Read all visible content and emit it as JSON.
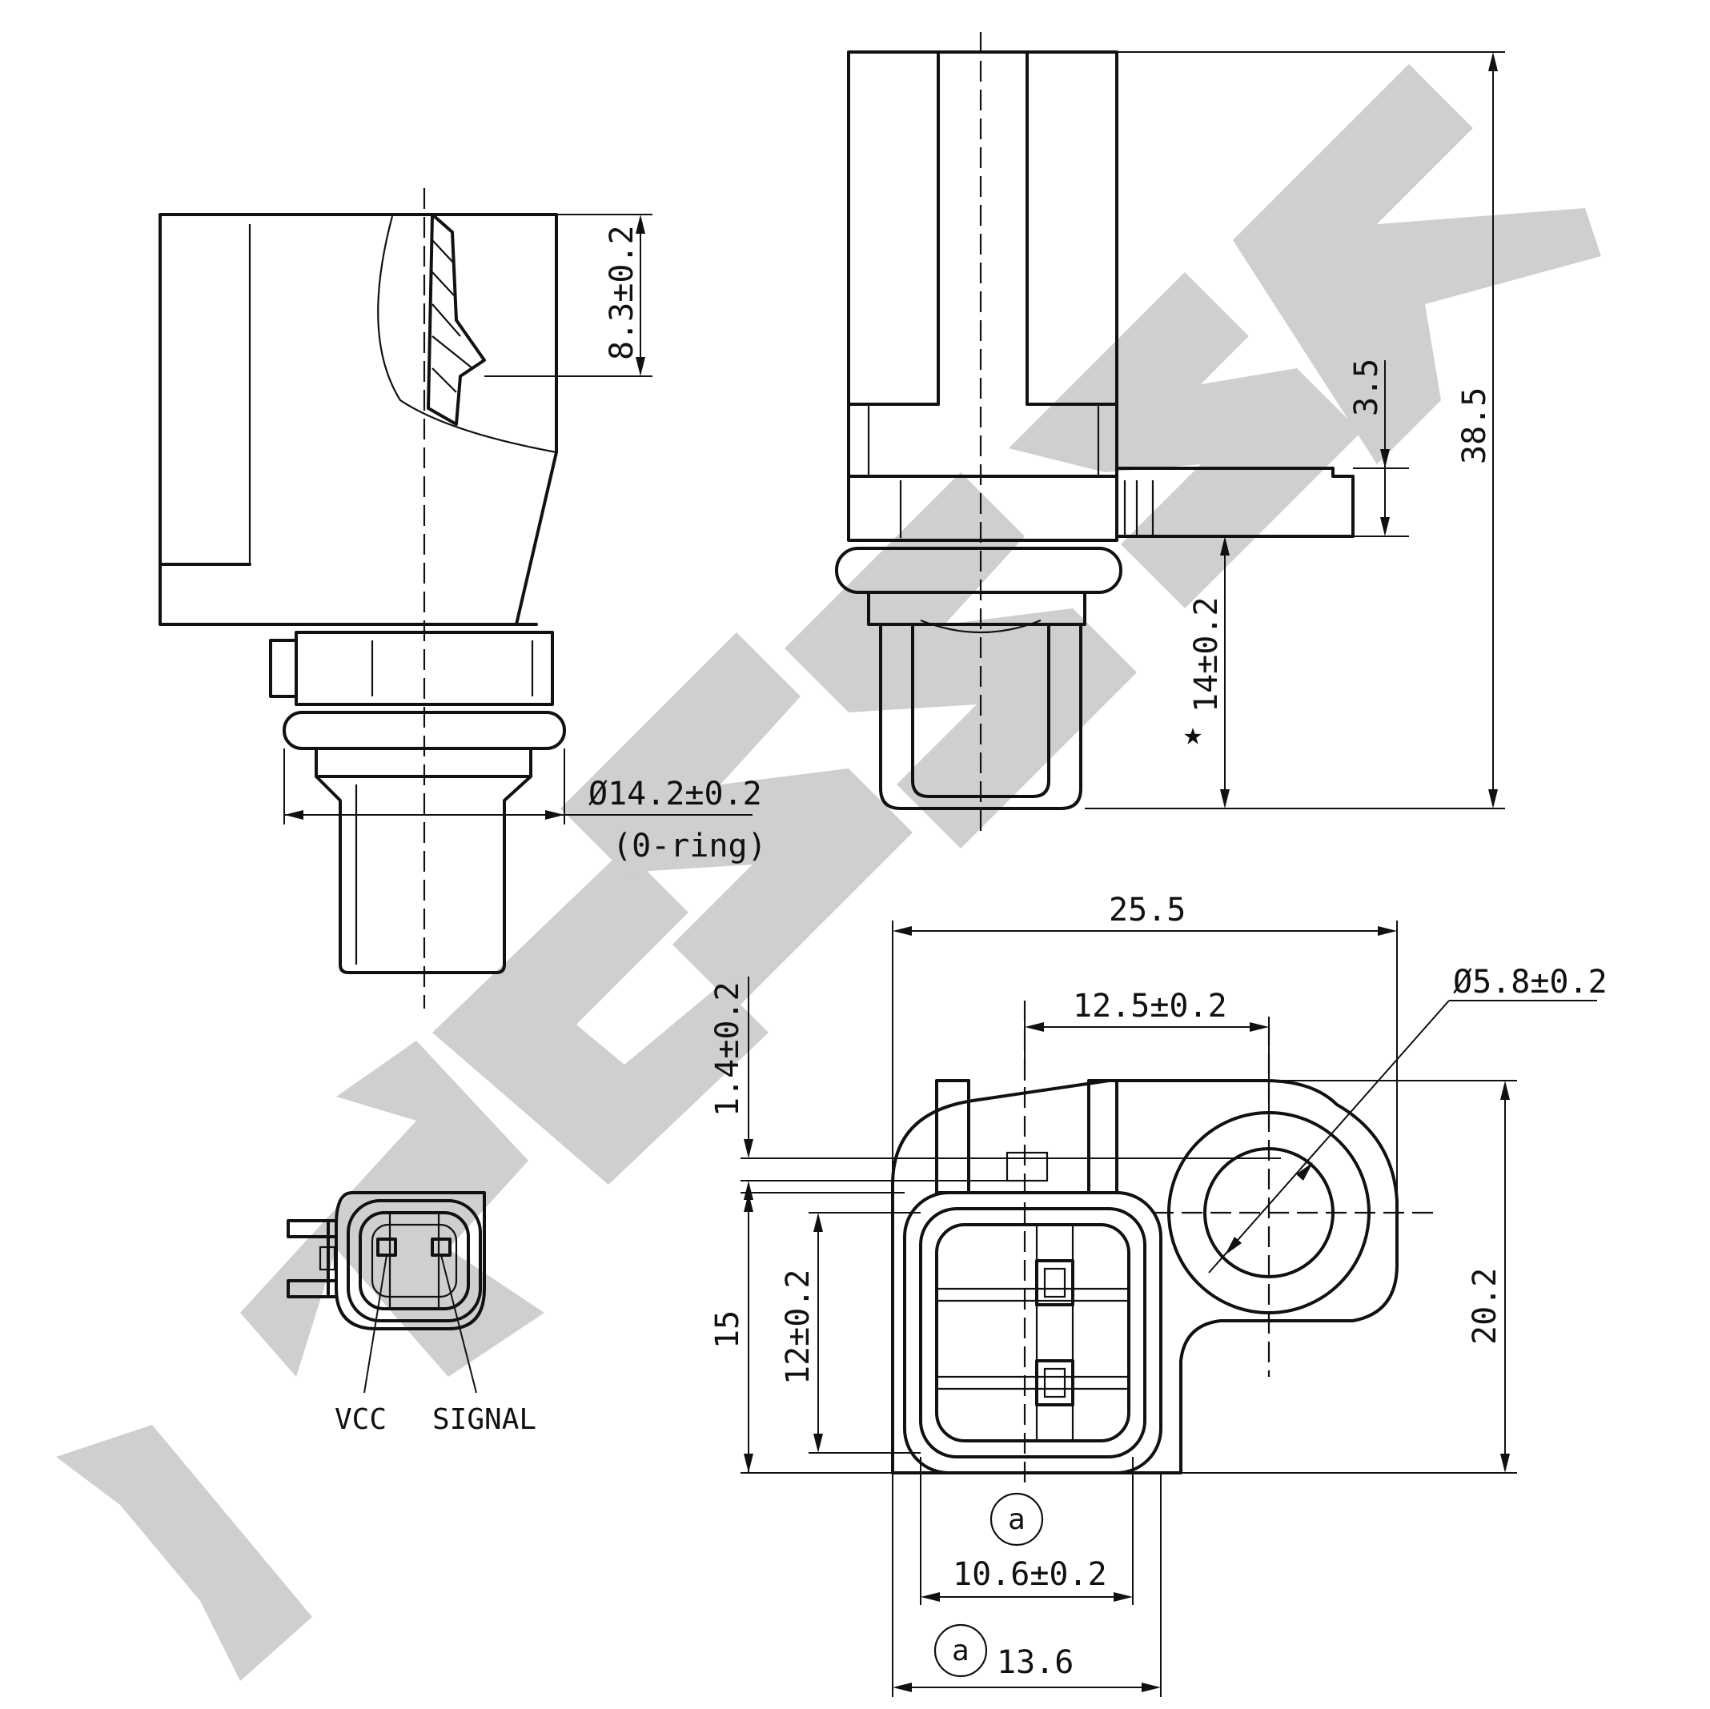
{
  "watermark": {
    "text": "ZENMEK",
    "color": "#cfcfcf"
  },
  "dimensions": {
    "top_height": "8.3±0.2",
    "oring_dia": "Ø14.2±0.2",
    "oring_note": "(0-ring)",
    "flange_thickness": "3.5",
    "total_height": "38.5",
    "sensor_length": "14±0.2",
    "width_total": "25.5",
    "hole_spacing": "12.5±0.2",
    "hole_dia": "Ø5.8±0.2",
    "offset": "1.4±0.2",
    "height_15": "15",
    "connector_12": "12±0.2",
    "height_20": "20.2",
    "connector_10": "10.6±0.2",
    "connector_13": "13.6",
    "datum_a": "a"
  },
  "pins": {
    "vcc": "VCC",
    "signal": "SIGNAL"
  },
  "marks": {
    "critical": "★"
  }
}
